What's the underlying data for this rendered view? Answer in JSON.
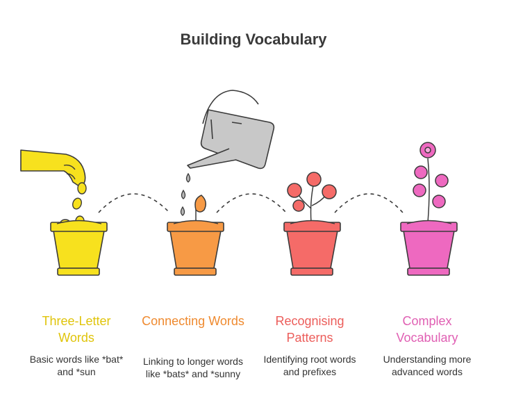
{
  "title": "Building Vocabulary",
  "stages": [
    {
      "title": "Three-Letter Words",
      "description": "Basic words like *bat* and *sun",
      "color": "#f7e11e",
      "title_color": "#e0c40a"
    },
    {
      "title": "Connecting Words",
      "description": "Linking to longer words like *bats* and *sunny",
      "color": "#f79a45",
      "title_color": "#ef8a2f"
    },
    {
      "title": "Recognising Patterns",
      "description": "Identifying root words and prefixes",
      "color": "#f56b68",
      "title_color": "#ec5d5a"
    },
    {
      "title": "Complex Vocabulary",
      "description": "Understanding more advanced words",
      "color": "#ee69c0",
      "title_color": "#e05fb3"
    }
  ]
}
